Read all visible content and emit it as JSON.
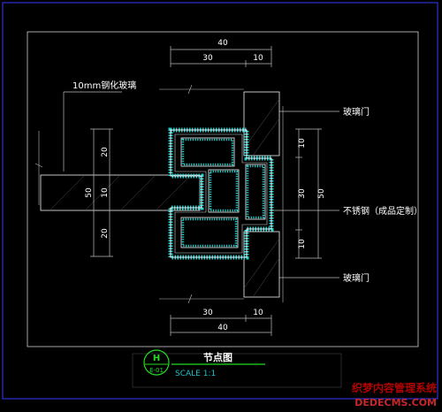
{
  "drawing": {
    "dims": {
      "top_total": "40",
      "top_left": "30",
      "top_right": "10",
      "bottom_left": "30",
      "bottom_right": "10",
      "bottom_total": "40",
      "left_upper": "20",
      "left_mid": "10",
      "left_lower": "20",
      "left_total": "50",
      "right_top": "10",
      "right_mid": "30",
      "right_total": "50",
      "right_bottom": "10"
    },
    "labels": {
      "glass_left": "10mm钢化玻璃",
      "glass_door_top": "玻璃门",
      "stainless": "不锈钢（成品定制）",
      "glass_door_bottom": "玻璃门"
    },
    "title_block": {
      "badge_letter": "H",
      "badge_code": "E-01",
      "title": "节点图",
      "scale": "SCALE 1:1"
    },
    "watermark": {
      "line1": "织梦内容管理系统",
      "line2": "DEDECMS.COM"
    }
  }
}
